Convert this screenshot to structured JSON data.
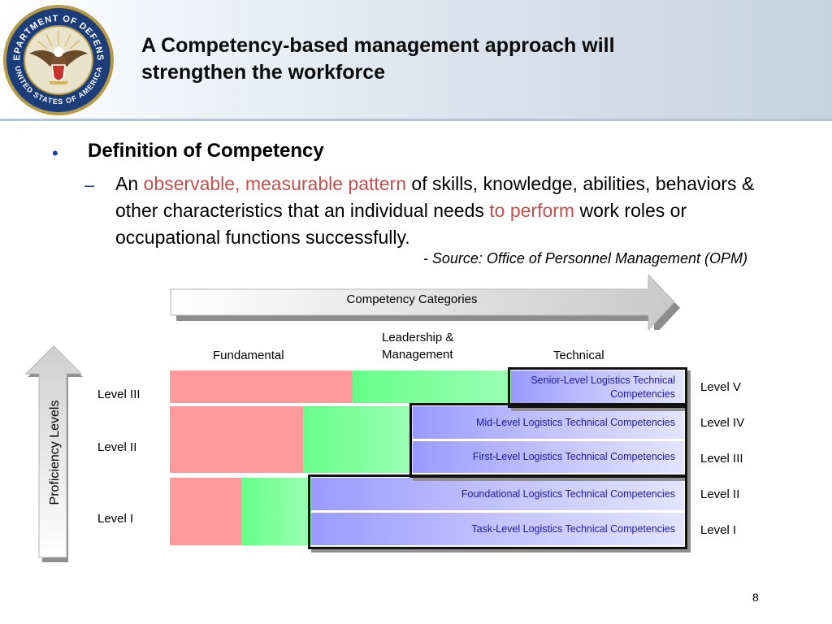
{
  "header": {
    "title": "A Competency-based management approach will strengthen the workforce",
    "seal_text_top": "DEPARTMENT OF DEFENSE",
    "seal_text_bottom": "UNITED STATES OF AMERICA"
  },
  "content": {
    "bullet_glyph": "•",
    "heading": "Definition of Competency",
    "dash_glyph": "–",
    "definition": {
      "part1": "An ",
      "emph1": "observable, measurable pattern",
      "part2": " of skills, knowledge, abilities, behaviors & other characteristics that an individual needs ",
      "emph2": "to perform",
      "part3": " work roles or occupational functions successfully."
    },
    "source": "- Source:  Office of Personnel Management (OPM)"
  },
  "diagram": {
    "categories_label": "Competency Categories",
    "proficiency_label": "Proficiency Levels",
    "columns": {
      "fundamental": "Fundamental",
      "leadership": "Leadership & Management",
      "technical": "Technical"
    },
    "left_levels": [
      "Level III",
      "Level II",
      "Level I"
    ],
    "right_levels": [
      "Level V",
      "Level IV",
      "Level III",
      "Level II",
      "Level I"
    ],
    "technical_rows": [
      "Senior-Level Logistics Technical Competencies",
      "Mid-Level Logistics Technical Competencies",
      "First-Level Logistics Technical Competencies",
      "Foundational Logistics Technical Competencies",
      "Task-Level Logistics Technical Competencies"
    ]
  },
  "colors": {
    "fundamental": "#fe9a9a",
    "leadership": "#66ff88",
    "technical": "#9a9aff",
    "emphasis": "#c0504d",
    "bullet": "#1f3f9c"
  },
  "footer": {
    "page_number": "8"
  }
}
